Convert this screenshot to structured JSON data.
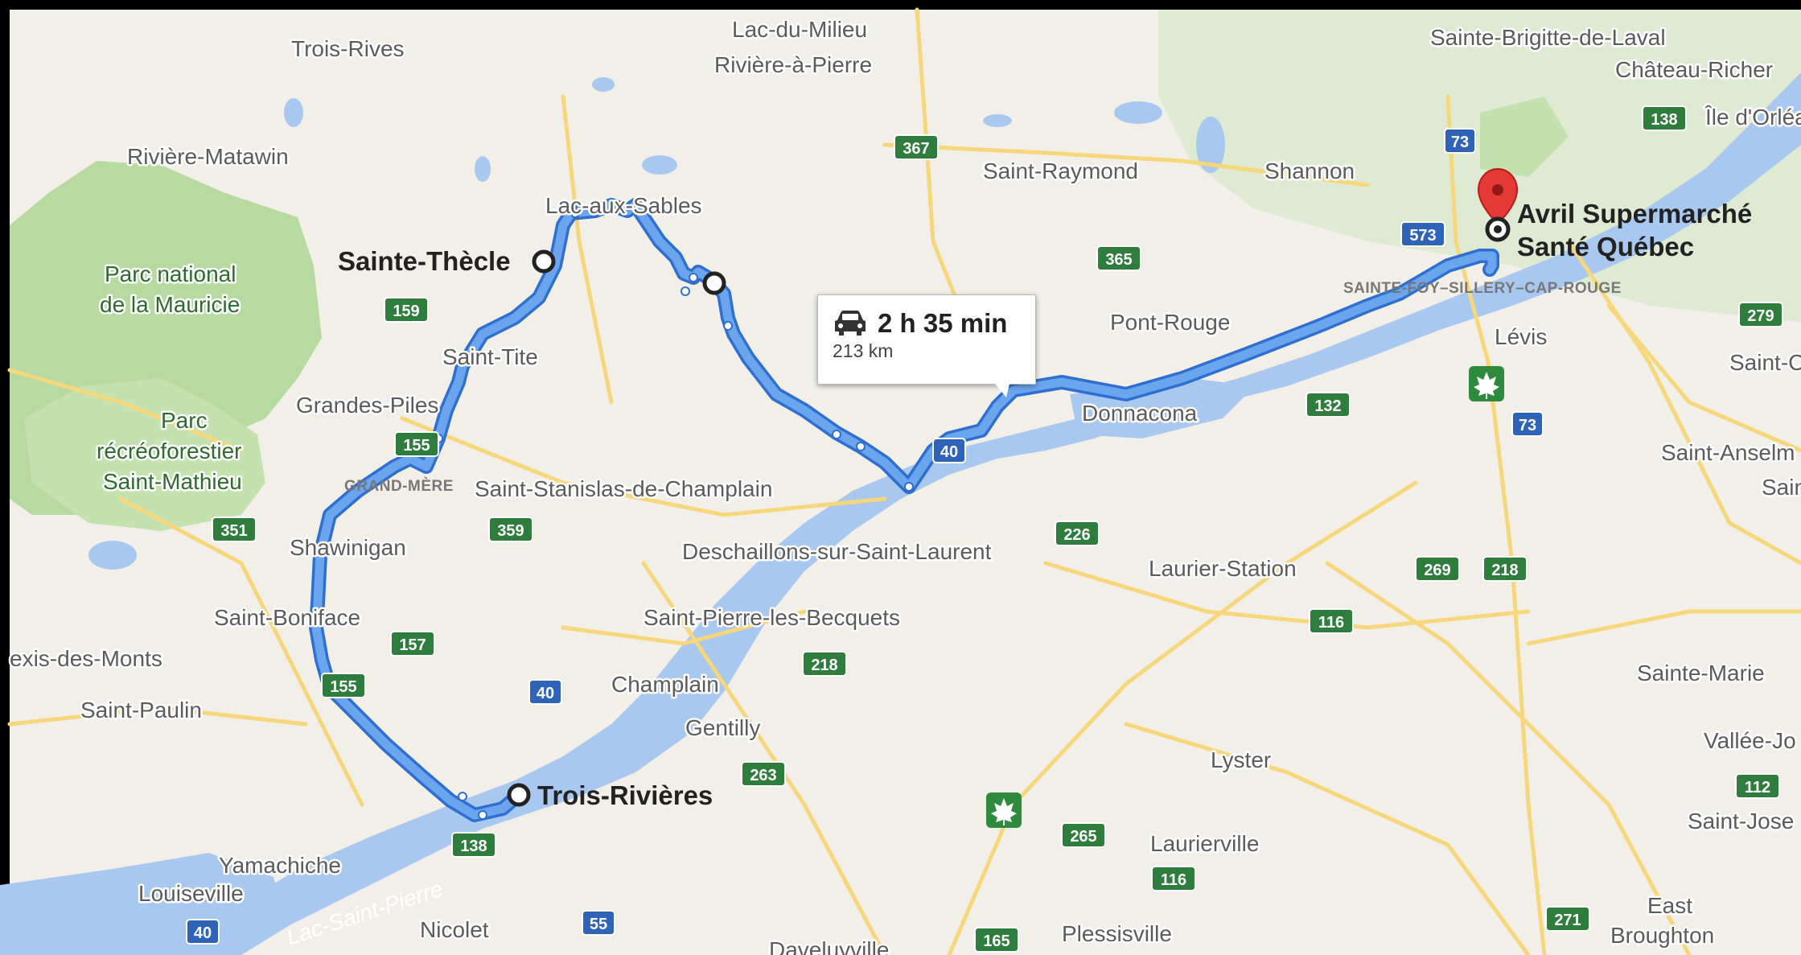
{
  "route": {
    "duration": "2 h 35 min",
    "distance": "213 km",
    "car_icon": "car-icon",
    "line_color": "#4a8fe8"
  },
  "destination": {
    "name_line1": "Avril Supermarché",
    "name_line2": "Santé Québec",
    "marker_color": "#e53935"
  },
  "stops": {
    "a": "Sainte-Thècle",
    "b": "Trois-Rivières"
  },
  "places": {
    "trois_rives": "Trois-Rives",
    "lac_du_milieu": "Lac-du-Milieu",
    "riviere_a_pierre": "Rivière-à-Pierre",
    "sainte_brigitte": "Sainte-Brigitte-de-Laval",
    "chateau_richer": "Château-Richer",
    "ile_orleans": "Île d'Orléa",
    "riviere_matawin": "Rivière-Matawin",
    "lac_aux_sables": "Lac-aux-Sables",
    "saint_raymond": "Saint-Raymond",
    "shannon": "Shannon",
    "parc_mauricie_1": "Parc national",
    "parc_mauricie_2": "de la Mauricie",
    "saint_tite": "Saint-Tite",
    "pont_rouge": "Pont-Rouge",
    "sainte_foy": "SAINTE-FOY–SILLERY–CAP-ROUGE",
    "levis": "Lévis",
    "saint_c": "Saint-C",
    "grandes_piles": "Grandes-Piles",
    "parc_reco_1": "Parc",
    "parc_reco_2": "récréoforestier",
    "parc_reco_3": "Saint-Mathieu",
    "donnacona": "Donnacona",
    "grand_mere": "GRAND-MÈRE",
    "saint_stanislas": "Saint-Stanislas-de-Champlain",
    "saint_anselm": "Saint-Anselm",
    "sain": "Sain",
    "shawinigan": "Shawinigan",
    "deschaillons": "Deschaillons-sur-Saint-Laurent",
    "laurier_station": "Laurier-Station",
    "saint_boniface": "Saint-Boniface",
    "saint_pierre_becquets": "Saint-Pierre-les-Becquets",
    "alexis_monts": "exis-des-Monts",
    "sainte_marie": "Sainte-Marie",
    "champlain": "Champlain",
    "saint_paulin": "Saint-Paulin",
    "gentilly": "Gentilly",
    "vallee_jo": "Vallée-Jo",
    "lyster": "Lyster",
    "saint_jose": "Saint-Jose",
    "yamachiche": "Yamachiche",
    "laurierville": "Laurierville",
    "louiseville": "Louiseville",
    "east_1": "East",
    "east_2": "Broughton",
    "nicolet": "Nicolet",
    "plessisville": "Plessisville",
    "daveluyville": "Daveluyville",
    "lac_saint_pierre": "Lac-Saint-Pierre"
  },
  "roads": {
    "r367": "367",
    "r365": "365",
    "r573": "573",
    "r73a": "73",
    "r138a": "138",
    "r279": "279",
    "r159": "159",
    "r132": "132",
    "r73b": "73",
    "r155a": "155",
    "r40a": "40",
    "r351": "351",
    "r359": "359",
    "r226": "226",
    "r269": "269",
    "r218a": "218",
    "r116a": "116",
    "r157": "157",
    "r218b": "218",
    "r40b": "40",
    "r155b": "155",
    "r263": "263",
    "r112": "112",
    "r265": "265",
    "r138b": "138",
    "r116b": "116",
    "r40c": "40",
    "r55": "55",
    "r271": "271",
    "r165": "165"
  },
  "colors": {
    "land": "#f2efe9",
    "water": "#a9c8f0",
    "park": "#b6daa0",
    "highway_shield": "#2f7d3d",
    "autoroute_shield": "#2f63b8",
    "road": "#f6d77b"
  }
}
